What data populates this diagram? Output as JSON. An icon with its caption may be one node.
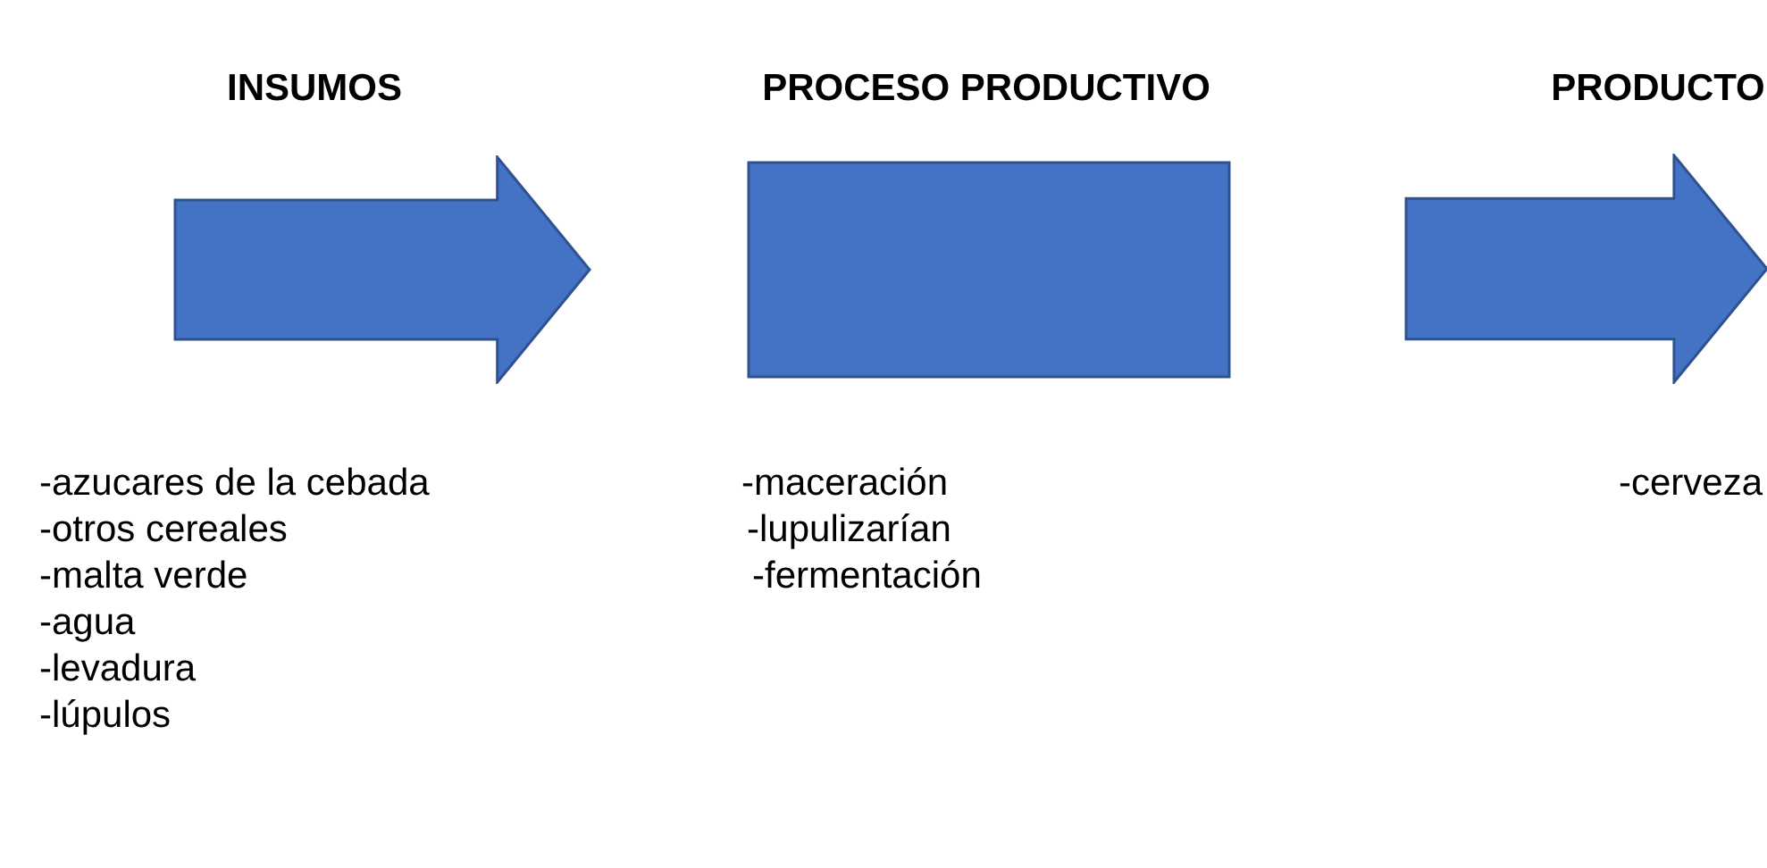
{
  "diagram": {
    "nodes": [
      {
        "text": [
          "INSUMOS"
        ],
        "beside": [
          "-azucares de la cebada",
          "-otros cereales",
          "-malta verde",
          "-agua",
          "-levadura",
          "-lúpulos"
        ]
      },
      {
        "text": [
          "PROCESO PRODUCTIVO"
        ],
        "beside": [
          "-maceración",
          "-lupulizarían",
          "-fermentación"
        ]
      },
      {
        "text": [
          "PRODUCTO"
        ],
        "beside": [
          "-cerveza"
        ]
      }
    ]
  }
}
